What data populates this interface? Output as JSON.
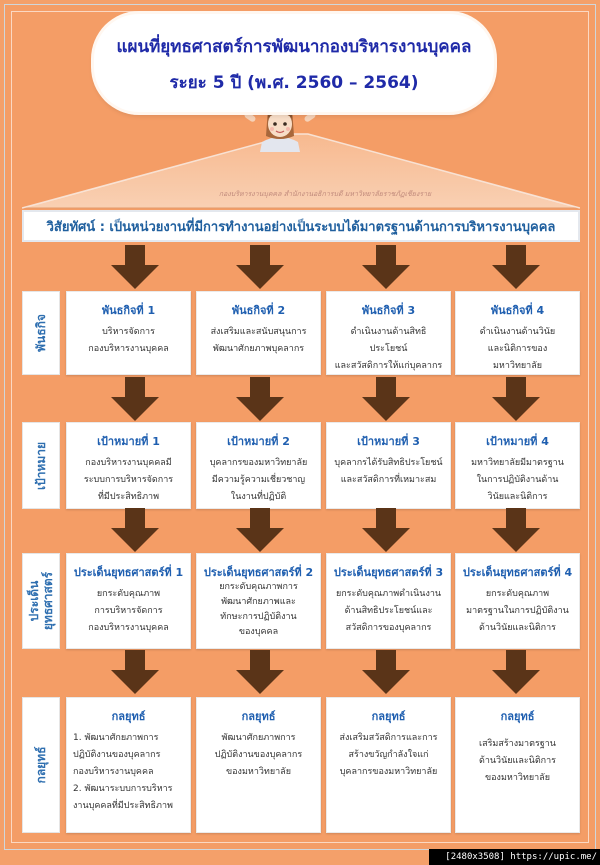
{
  "header": {
    "title_line1": "แผนที่ยุทธศาสตร์การพัฒนากองบริหารงานบุคคล",
    "title_line2": "ระยะ 5 ปี (พ.ศ. 2560 – 2564)"
  },
  "roof": {
    "subtitle": "กองบริหารงานบุคคล สำนักงานอธิการบดี มหาวิทยาลัยราชภัฏเชียงราย"
  },
  "vision": "วิสัยทัศน์ : เป็นหน่วยงานที่มีการทำงานอย่างเป็นระบบได้มาตรฐานด้านการบริหารงานบุคคล",
  "rows": {
    "mission": {
      "label": "พันธกิจ",
      "items": [
        {
          "title": "พันธกิจที่ 1",
          "body": "บริหารจัดการ\nกองบริหารงานบุคคล"
        },
        {
          "title": "พันธกิจที่ 2",
          "body": "ส่งเสริมและสนับสนุนการ\nพัฒนาศักยภาพบุคลากร"
        },
        {
          "title": "พันธกิจที่ 3",
          "body": "ดำเนินงานด้านสิทธิประโยชน์\nและสวัสดิการให้แก่บุคลากร"
        },
        {
          "title": "พันธกิจที่ 4",
          "body": "ดำเนินงานด้านวินัย\nและนิติการของ\nมหาวิทยาลัย"
        }
      ]
    },
    "goal": {
      "label": "เป้าหมาย",
      "items": [
        {
          "title": "เป้าหมายที่ 1",
          "body": "กองบริหารงานบุคคลมี\nระบบการบริหารจัดการ\nที่มีประสิทธิภาพ"
        },
        {
          "title": "เป้าหมายที่ 2",
          "body": "บุคลากรของมหาวิทยาลัย\nมีความรู้ความเชี่ยวชาญ\nในงานที่ปฏิบัติ"
        },
        {
          "title": "เป้าหมายที่ 3",
          "body": "บุคลากรได้รับสิทธิประโยชน์\nและสวัสดิการที่เหมาะสม"
        },
        {
          "title": "เป้าหมายที่ 4",
          "body": "มหาวิทยาลัยมีมาตรฐาน\nในการปฏิบัติงานด้าน\nวินัยและนิติการ"
        }
      ]
    },
    "issue": {
      "label_line1": "ประเด็น",
      "label_line2": "ยุทธศาสตร์",
      "items": [
        {
          "title": "ประเด็นยุทธศาสตร์ที่ 1",
          "body": "ยกระดับคุณภาพ\nการบริหารจัดการ\nกองบริหารงานบุคคล"
        },
        {
          "title": "ประเด็นยุทธศาสตร์ที่ 2",
          "body": "ยกระดับคุณภาพการ\nพัฒนาศักยภาพและ\nทักษะการปฏิบัติงาน\nของบุคคล"
        },
        {
          "title": "ประเด็นยุทธศาสตร์ที่ 3",
          "body": "ยกระดับคุณภาพดำเนินงาน\nด้านสิทธิประโยชน์และ\nสวัสดิการของบุคลากร"
        },
        {
          "title": "ประเด็นยุทธศาสตร์ที่ 4",
          "body": "ยกระดับคุณภาพ\nมาตรฐานในการปฏิบัติงาน\nด้านวินัยและนิติการ"
        }
      ]
    },
    "strategy": {
      "label": "กลยุทธ์",
      "items": [
        {
          "title": "กลยุทธ์",
          "body": "1. พัฒนาศักยภาพการ\nปฏิบัติงานของบุคลากร\nกองบริหารงานบุคคล\n2. พัฒนาระบบการบริหาร\nงานบุคคลที่มีประสิทธิภาพ"
        },
        {
          "title": "กลยุทธ์",
          "body": "พัฒนาศักยภาพการ\nปฏิบัติงานของบุคลากร\nของมหาวิทยาลัย"
        },
        {
          "title": "กลยุทธ์",
          "body": "ส่งเสริมสวัสดิการและการ\nสร้างขวัญกำลังใจแก่\nบุคลากรของมหาวิทยาลัย"
        },
        {
          "title": "กลยุทธ์",
          "body": "เสริมสร้างมาตรฐาน\nด้านวินัยและนิติการ\nของมหาวิทยาลัย"
        }
      ]
    }
  },
  "watermark": "[2480x3508] https://upic.me/",
  "colors": {
    "background": "#f49d66",
    "arrow": "#5a3418",
    "title": "#1f2aa8",
    "heading": "#1f5fb0"
  }
}
